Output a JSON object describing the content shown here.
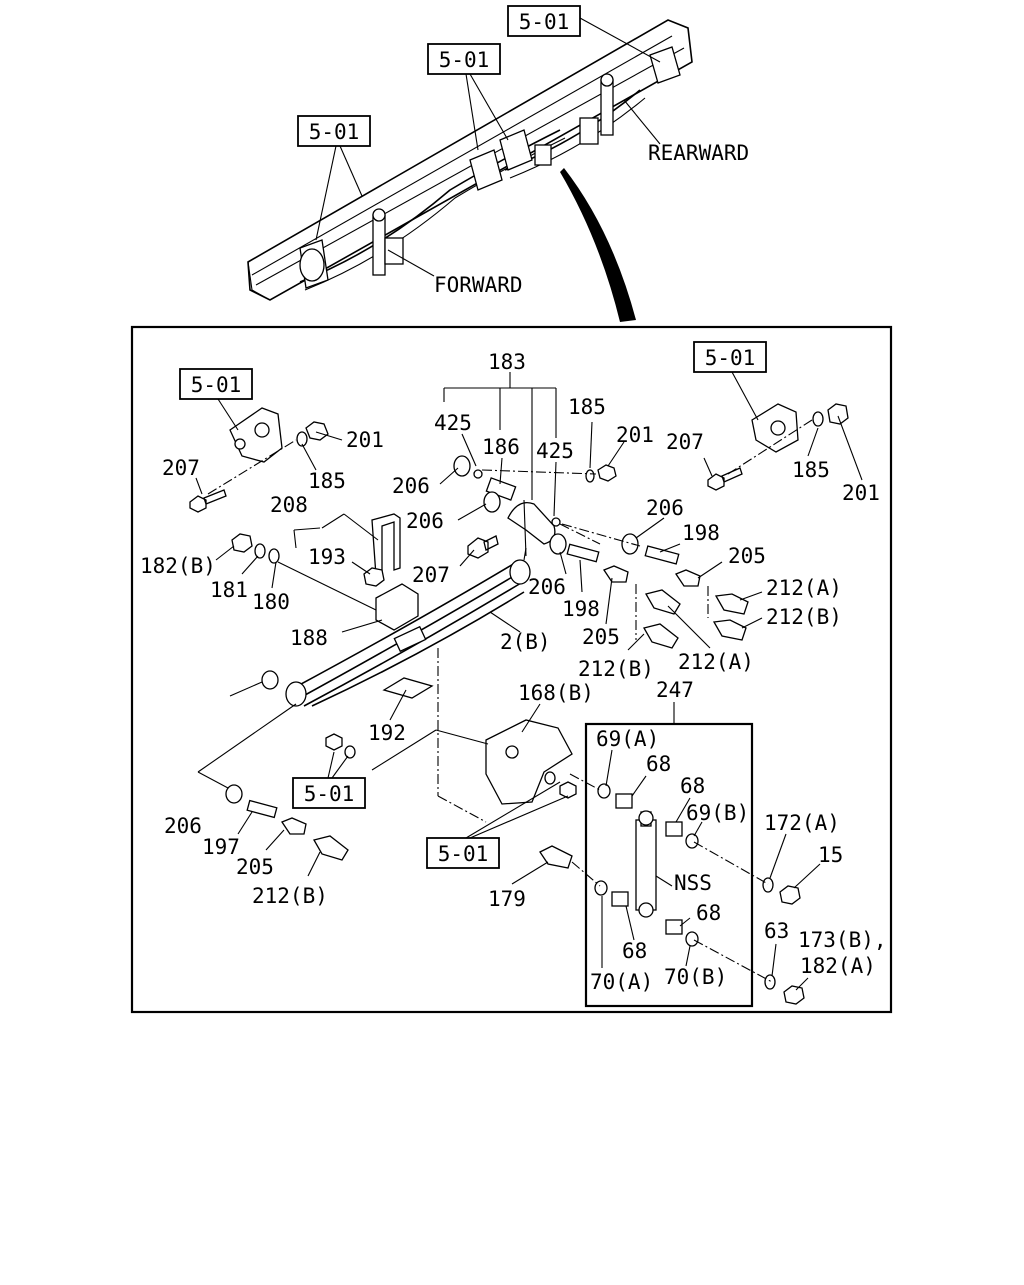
{
  "overview": {
    "refs": [
      "5-01",
      "5-01",
      "5-01"
    ],
    "forward_label": "FORWARD",
    "rearward_label": "REARWARD"
  },
  "detail": {
    "refs": [
      "5-01",
      "5-01",
      "5-01",
      "5-01"
    ],
    "labels": [
      "183",
      "425",
      "186",
      "425",
      "185",
      "201",
      "201",
      "185",
      "207",
      "206",
      "206",
      "207",
      "185",
      "201",
      "207",
      "206",
      "208",
      "193",
      "182(B)",
      "181",
      "180",
      "198",
      "205",
      "212(A)",
      "212(B)",
      "198",
      "205",
      "212(B)",
      "212(A)",
      "188",
      "2(B)",
      "206",
      "168(B)",
      "247",
      "192",
      "69(A)",
      "68",
      "68",
      "69(B)",
      "172(A)",
      "15",
      "NSS",
      "206",
      "197",
      "205",
      "212(B)",
      "179",
      "68",
      "68",
      "70(A)",
      "70(B)",
      "63",
      "173(B),",
      "182(A)"
    ]
  }
}
